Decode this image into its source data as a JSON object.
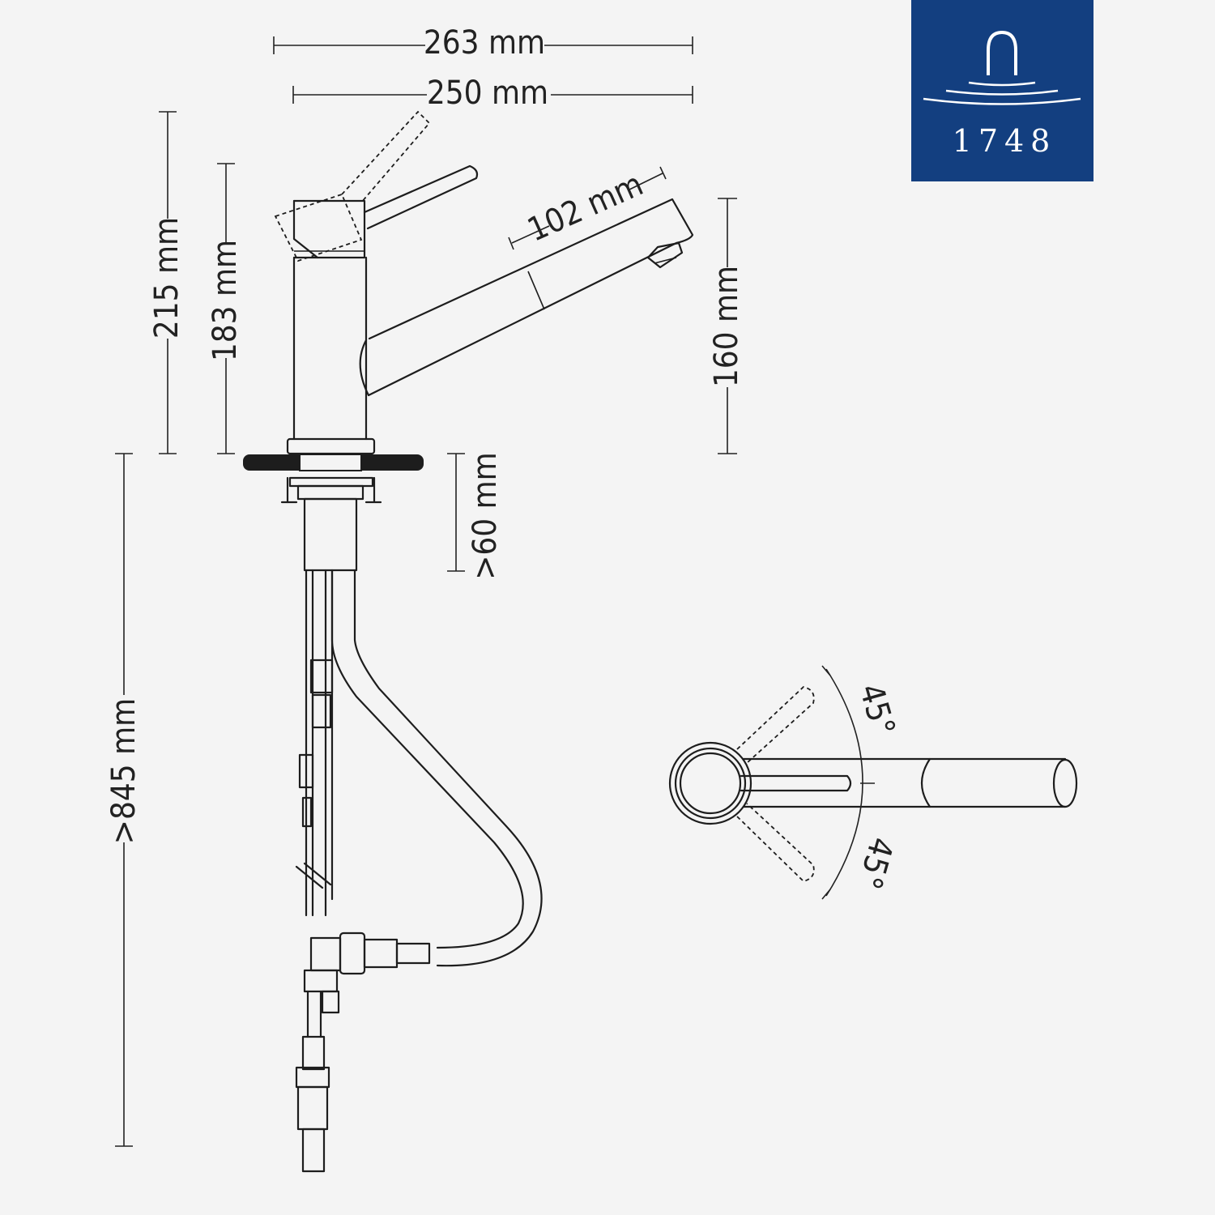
{
  "brand": {
    "year": "1748",
    "color": "#133f80"
  },
  "dimensions": {
    "width_outer": "263 mm",
    "width_spout": "250 mm",
    "height_total": "215 mm",
    "height_body": "183 mm",
    "pullout_length": "102 mm",
    "spout_height": "160 mm",
    "counter_thickness": ">60 mm",
    "hose_length": ">845 mm",
    "lever_angle_up": "45°",
    "lever_angle_down": "45°"
  }
}
